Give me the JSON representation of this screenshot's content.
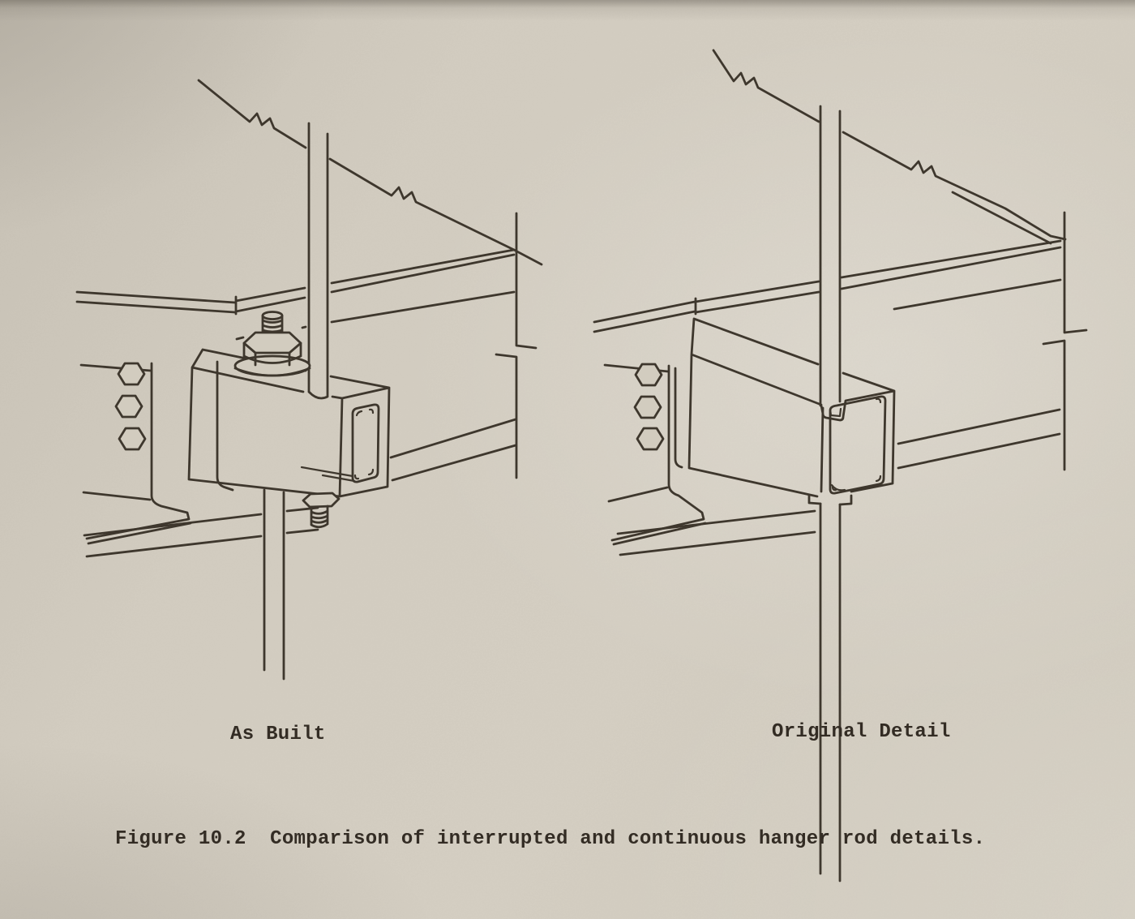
{
  "page": {
    "type": "scanned technical book page",
    "paper_color": "#d3cdc1",
    "ink_color": "#3e372d",
    "text_color": "#332c24"
  },
  "figure": {
    "caption": "Figure 10.2  Comparison of interrupted and continuous hanger rod details.",
    "drawings": [
      {
        "label": "As Built"
      },
      {
        "label": "Original Detail"
      }
    ]
  }
}
